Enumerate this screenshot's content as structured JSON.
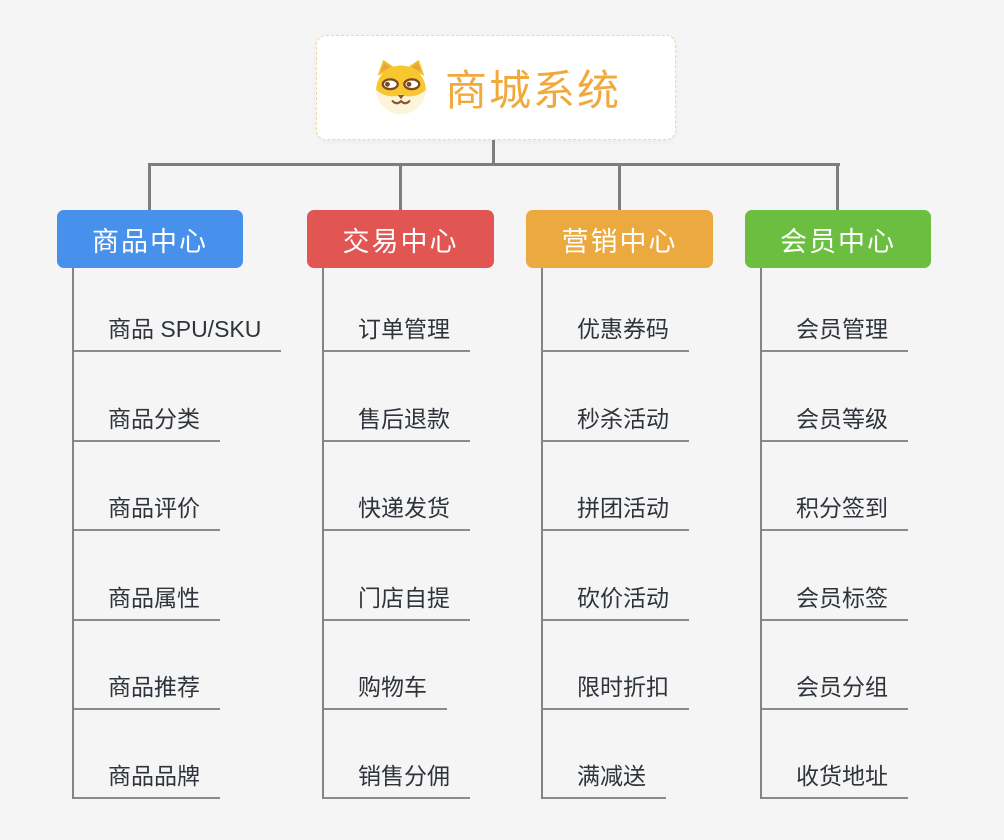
{
  "root": {
    "label": "商城系统",
    "icon": "doge-face-icon"
  },
  "branches": [
    {
      "label": "商品中心",
      "color": "#4791EC",
      "items": [
        "商品 SPU/SKU",
        "商品分类",
        "商品评价",
        "商品属性",
        "商品推荐",
        "商品品牌"
      ]
    },
    {
      "label": "交易中心",
      "color": "#E15552",
      "items": [
        "订单管理",
        "售后退款",
        "快递发货",
        "门店自提",
        "购物车",
        "销售分佣"
      ]
    },
    {
      "label": "营销中心",
      "color": "#ECA93F",
      "items": [
        "优惠券码",
        "秒杀活动",
        "拼团活动",
        "砍价活动",
        "限时折扣",
        "满减送"
      ]
    },
    {
      "label": "会员中心",
      "color": "#6CBE40",
      "items": [
        "会员管理",
        "会员等级",
        "积分签到",
        "会员标签",
        "会员分组",
        "收货地址"
      ]
    }
  ],
  "colors": {
    "background": "#F5F5F6",
    "root_accent": "#F0A93C",
    "root_border": "#F3D49E",
    "branch_text": "#FFFFFF",
    "leaf_text": "#2F343A",
    "connector": "#7E7E7E"
  }
}
